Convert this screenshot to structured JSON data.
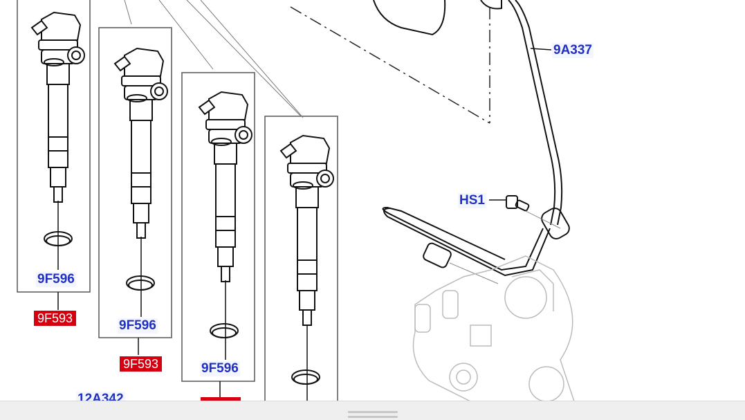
{
  "diagram": {
    "labels": {
      "g1_seal": "9F596",
      "g1_injector": "9F593",
      "g2_seal": "9F596",
      "g2_injector": "9F593",
      "g3_seal": "9F596",
      "pipe": "9A337",
      "bolt": "HS1",
      "partial_bottom": "12A342"
    },
    "colors": {
      "callout_blue": "#2030c0",
      "callout_red": "#d4000f",
      "line": "#111111"
    }
  },
  "bottom_sheet": {
    "handle_icon": "drag-handle-icon"
  }
}
